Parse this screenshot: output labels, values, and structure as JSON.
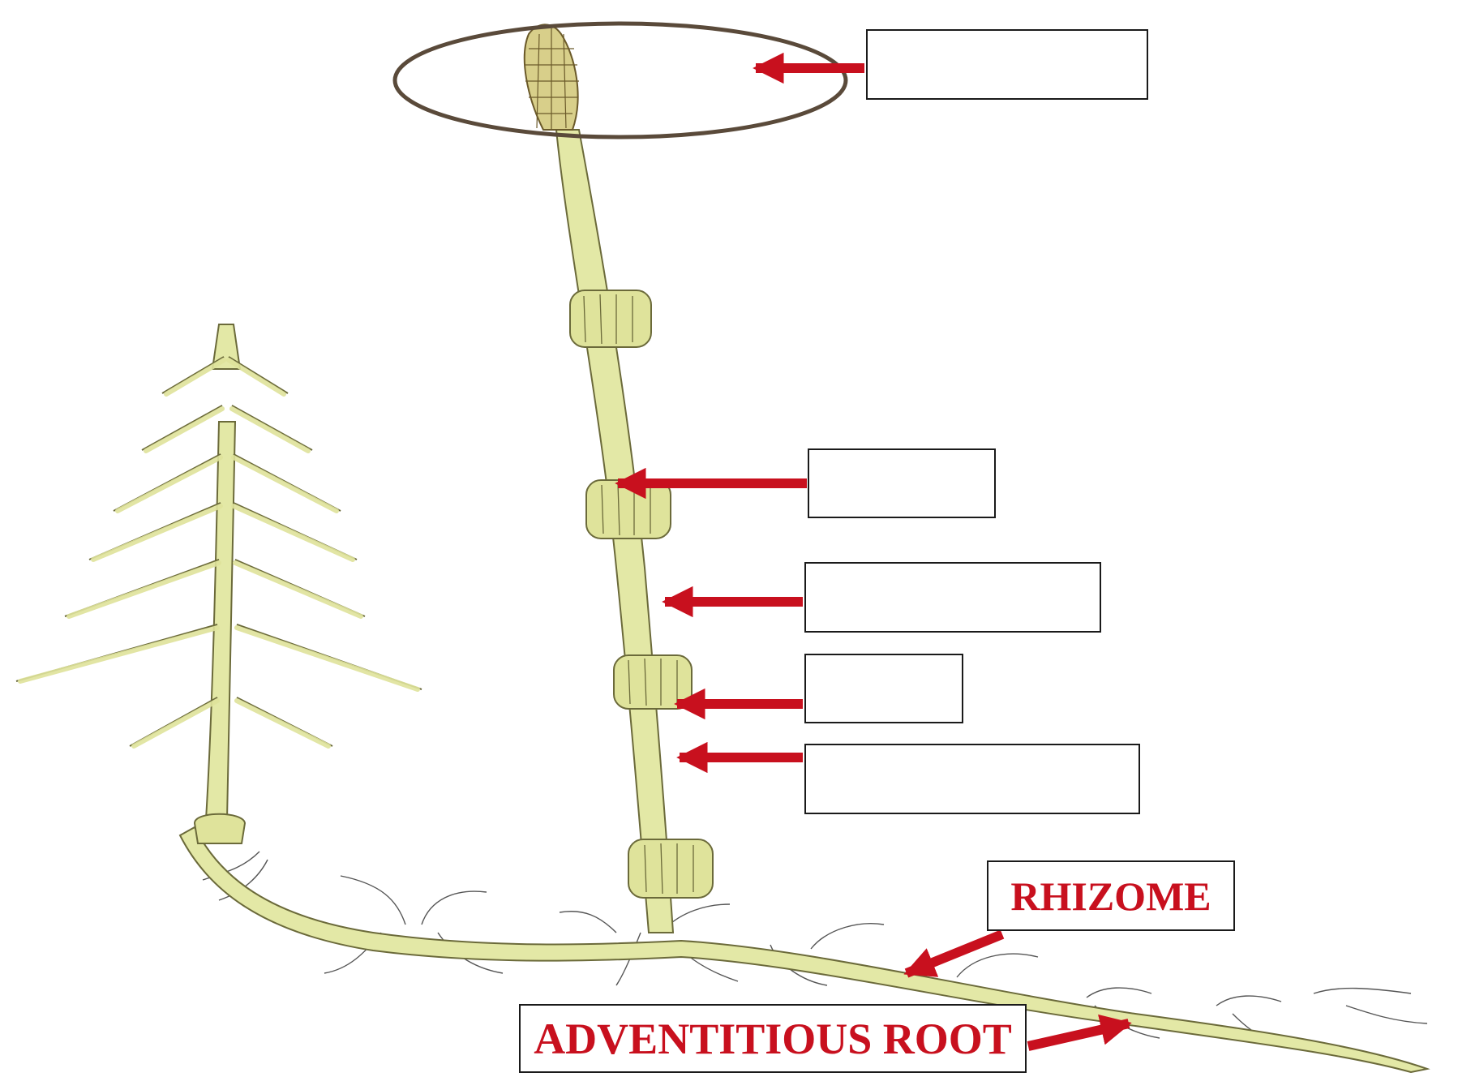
{
  "diagram": {
    "subject": "Equisetum plant",
    "label_color": "#c8101e",
    "arrow_color": "#c8101e",
    "plant_fill": "#e3e8a6",
    "plant_outline": "#6b6a3a",
    "labels": {
      "rhizome": "RHIZOME",
      "adventitious_root": "ADVENTITIOUS ROOT"
    },
    "blank_boxes": 5
  }
}
